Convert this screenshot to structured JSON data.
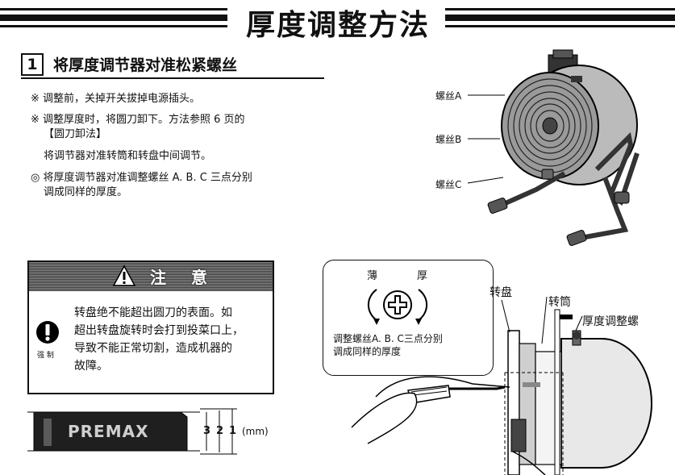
{
  "title": "厚度调整方法",
  "step": {
    "number": "1",
    "text": "将厚度调节器对准松紧螺丝"
  },
  "instructions": {
    "line1": "※ 调整前，关掉开关拔掉电源插头。",
    "line2": "※ 调整厚度时，将圆刀卸下。方法参照 6 页的",
    "line3": "【圆刀卸法】",
    "line4": "将调节器对准转筒和转盘中间调节。",
    "line5": "◎ 将厚度调节器对准调整螺丝 A. B. C 三点分别",
    "line6": "调成同样的厚度。"
  },
  "fan_labels": {
    "a": "螺丝A",
    "b": "螺丝B",
    "c": "螺丝C"
  },
  "caution": {
    "title": "注 意",
    "body": "转盘绝不能超出圆刀的表面。如\n超出转盘旋转时会打到投菜口上，\n导致不能正常切割，造成机器的\n故障。",
    "icon_label": "强 制"
  },
  "gauge": {
    "logo": "PREMAX",
    "values": [
      "3",
      "2",
      "1"
    ],
    "unit": "(mm)"
  },
  "bubble": {
    "thin": "薄",
    "thick": "厚",
    "line1": "调整螺丝A. B. C三点分别",
    "line2": "调成同样的厚度"
  },
  "parts": {
    "turntable": "转盘",
    "drum": "转筒",
    "adjuster": "厚度调整螺"
  }
}
